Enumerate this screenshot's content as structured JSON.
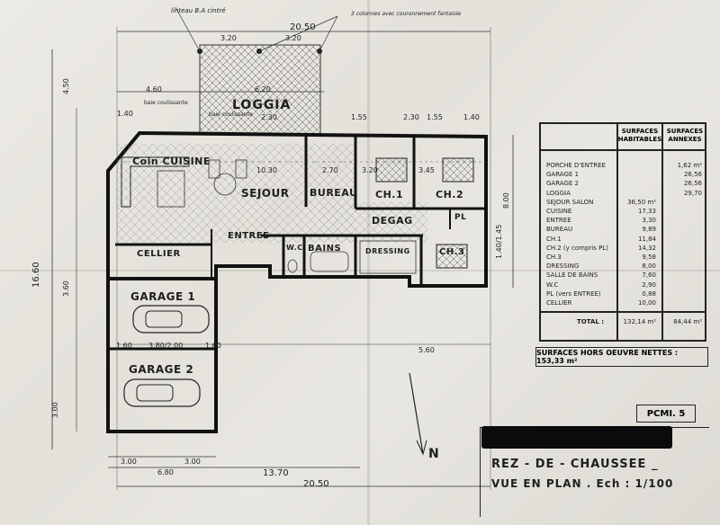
{
  "annotations": {
    "linteau": "linteau B.A cintré",
    "colonnes": "3 colonnes avec couronnement fantaisie",
    "baie_coulissante": "baie coulissante",
    "north": "N"
  },
  "rooms": {
    "loggia": "LOGGIA",
    "coin_cuisine": "Coin CUISINE",
    "sejour": "SEJOUR",
    "bureau": "BUREAU",
    "ch1": "CH.1",
    "ch2": "CH.2",
    "ch3": "CH.3",
    "degag": "DEGAG",
    "pl": "PL",
    "entree": "ENTREE",
    "wc": "W.C",
    "bains": "BAINS",
    "dressing": "DRESSING",
    "cellier": "CELLIER",
    "garage1": "GARAGE 1",
    "garage2": "GARAGE 2"
  },
  "dimensions": {
    "top_total": "20.50",
    "bottom_total": "20.50",
    "bottom_mid": "13.70",
    "loggia_w": "6.20",
    "loggia_left": "3.20",
    "loggia_right": "3.20",
    "left_loggia": "4.60",
    "sejour_w": "10.30",
    "bureau_w": "2.70",
    "ch1_w": "3.20",
    "ch2_w": "3.45",
    "height_total": "16.60",
    "height_house": "8.00",
    "left_seg1": "4.50",
    "left_seg2": "3.60",
    "left_seg3": "3.00",
    "garage_w": "6.80",
    "garage_left": "3.00",
    "garage_right": "3.00",
    "mid_left": "1.60",
    "mid_right": "5.60",
    "mid_1": "3.80/2.00",
    "mid_2": "1.60",
    "top_seg_a": "1.40",
    "top_seg_b": "2.30",
    "top_seg_c": "1.55",
    "top_seg_d": "2.30",
    "top_seg_e": "1.55",
    "top_seg_f": "1.40",
    "right_seg": "1.40/1.45"
  },
  "table": {
    "col1": "SURFACES HABITABLES",
    "col2": "SURFACES ANNEXES",
    "rows": [
      {
        "label": "PORCHE D'ENTREE",
        "hab": "",
        "ann": "1,62 m²"
      },
      {
        "label": "GARAGE 1",
        "hab": "",
        "ann": "26,56"
      },
      {
        "label": "GARAGE 2",
        "hab": "",
        "ann": "26,56"
      },
      {
        "label": "LOGGIA",
        "hab": "",
        "ann": "29,70"
      },
      {
        "label": "SEJOUR SALON",
        "hab": "36,50 m²",
        "ann": ""
      },
      {
        "label": "CUISINE",
        "hab": "17,33",
        "ann": ""
      },
      {
        "label": "ENTREE",
        "hab": "3,30",
        "ann": ""
      },
      {
        "label": "BUREAU",
        "hab": "9,89",
        "ann": ""
      },
      {
        "label": "CH.1",
        "hab": "11,84",
        "ann": ""
      },
      {
        "label": "CH.2 (y compris PL)",
        "hab": "14,32",
        "ann": ""
      },
      {
        "label": "CH.3",
        "hab": "9,58",
        "ann": ""
      },
      {
        "label": "DRESSING",
        "hab": "8,00",
        "ann": ""
      },
      {
        "label": "SALLE DE BAINS",
        "hab": "7,60",
        "ann": ""
      },
      {
        "label": "W.C",
        "hab": "2,90",
        "ann": ""
      },
      {
        "label": "PL (vers ENTREE)",
        "hab": "0,88",
        "ann": ""
      },
      {
        "label": "CELLIER",
        "hab": "10,00",
        "ann": ""
      }
    ],
    "total_label": "TOTAL :",
    "total_hab": "132,14 m²",
    "total_ann": "84,44 m²"
  },
  "hors_oeuvre": "SURFACES HORS OEUVRE NETTES : 153,33 m²",
  "pcmi": "PCMI. 5",
  "title_line1": "REZ - DE - CHAUSSEE _",
  "title_line2": "VUE EN PLAN . Ech : 1/100"
}
